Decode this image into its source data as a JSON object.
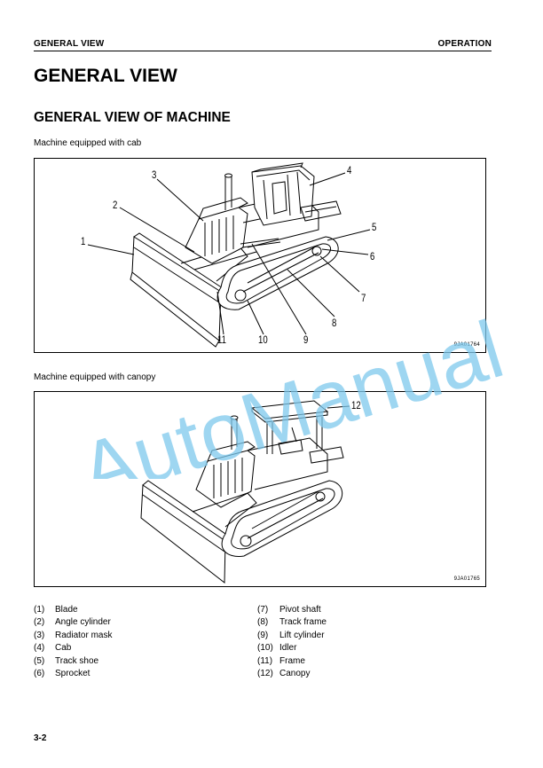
{
  "header": {
    "left": "GENERAL VIEW",
    "right": "OPERATION"
  },
  "page_title": "GENERAL VIEW",
  "section_title": "GENERAL VIEW OF MACHINE",
  "figure_cab": {
    "caption": "Machine equipped with cab",
    "code": "9JA01764",
    "callouts": [
      "1",
      "2",
      "3",
      "4",
      "5",
      "6",
      "7",
      "8",
      "9",
      "10",
      "11"
    ]
  },
  "figure_canopy": {
    "caption": "Machine equipped with canopy",
    "code": "9JA01765",
    "callouts": [
      "12"
    ]
  },
  "legend": {
    "col1": [
      {
        "num": "(1)",
        "label": "Blade"
      },
      {
        "num": "(2)",
        "label": "Angle cylinder"
      },
      {
        "num": "(3)",
        "label": "Radiator mask"
      },
      {
        "num": "(4)",
        "label": "Cab"
      },
      {
        "num": "(5)",
        "label": "Track shoe"
      },
      {
        "num": "(6)",
        "label": "Sprocket"
      }
    ],
    "col2": [
      {
        "num": "(7)",
        "label": "Pivot shaft"
      },
      {
        "num": "(8)",
        "label": "Track frame"
      },
      {
        "num": "(9)",
        "label": "Lift cylinder"
      },
      {
        "num": "(10)",
        "label": "Idler"
      },
      {
        "num": "(11)",
        "label": "Frame"
      },
      {
        "num": "(12)",
        "label": "Canopy"
      }
    ]
  },
  "page_number": "3-2",
  "watermark": {
    "text": "AutoManual",
    "color": "#7ec8ec"
  }
}
